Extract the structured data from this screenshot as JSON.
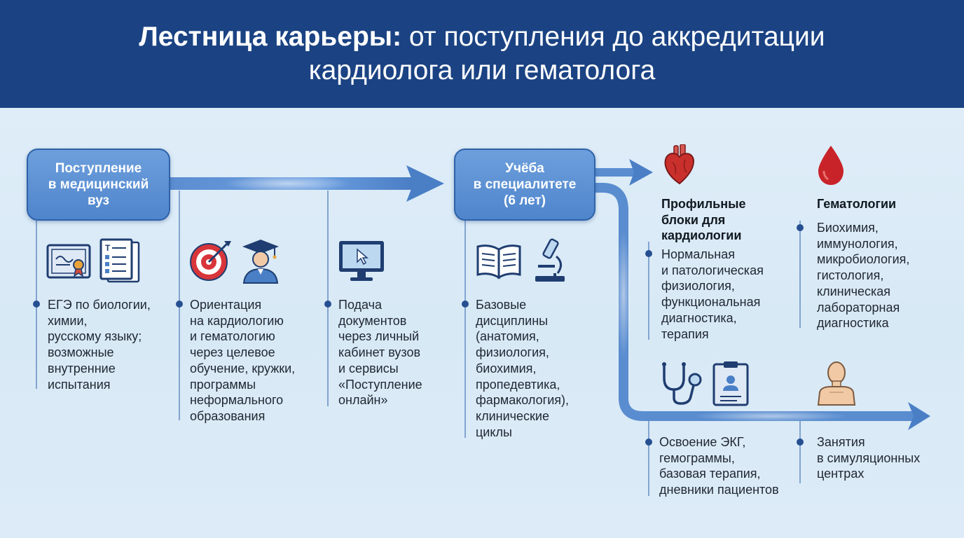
{
  "title": {
    "line1_bold": "Лестница карьеры:",
    "line1_rest": " от поступления до аккредитации",
    "line2": "кардиолога или гематолога"
  },
  "nodes": {
    "admission": [
      "Поступление",
      "в медицинский",
      "вуз"
    ],
    "specialty": [
      "Учёба",
      "в специалитете",
      "(6 лет)"
    ]
  },
  "steps": {
    "exams": [
      "ЕГЭ по биологии,",
      "химии,",
      "русскому языку;",
      "возможные",
      "внутренние",
      "испытания"
    ],
    "orientation": [
      "Ориентация",
      "на кардиологию",
      "и гематологию",
      "через целевое",
      "обучение, кружки,",
      "программы",
      "неформального",
      "образования"
    ],
    "documents": [
      "Подача",
      "документов",
      "через личный",
      "кабинет вузов",
      "и сервисы",
      "«Поступление",
      "онлайн»"
    ],
    "basics": [
      "Базовые",
      "дисциплины",
      "(анатомия,",
      "физиология,",
      "биохимия,",
      "пропедевтика,",
      "фармакология),",
      "клинические",
      "циклы"
    ]
  },
  "profiles": {
    "cardio_heading": [
      "Профильные",
      "блоки для",
      "кардиологии"
    ],
    "cardio_items": [
      "Нормальная",
      "и патологическая",
      "физиология,",
      "функциональная",
      "диагностика,",
      "терапия"
    ],
    "hema_heading": [
      "Гематологии"
    ],
    "hema_items": [
      "Биохимия,",
      "иммунология,",
      "микробиология,",
      "гистология,",
      "клиническая",
      "лабораторная",
      "диагностика"
    ]
  },
  "practice": {
    "ecg": [
      "Освоение ЭКГ,",
      "гемограммы,",
      "базовая терапия,",
      "дневники пациентов"
    ],
    "simulation": [
      "Занятия",
      "в симуляционных",
      "центрах"
    ]
  },
  "icons": {
    "diploma": "diploma-icon",
    "document_list": "document-list-icon",
    "target": "target-icon",
    "graduate": "graduate-icon",
    "monitor": "monitor-cursor-icon",
    "book": "open-book-icon",
    "microscope": "microscope-icon",
    "heart": "heart-icon",
    "blood_drop": "blood-drop-icon",
    "stethoscope": "stethoscope-icon",
    "clipboard": "clipboard-icon",
    "mannequin": "mannequin-icon"
  },
  "colors": {
    "header_bg": "#1b4383",
    "arrow": "#4a7fc6",
    "box": "#5b8fd3",
    "heart": "#c9302c",
    "blood": "#c9232a"
  }
}
